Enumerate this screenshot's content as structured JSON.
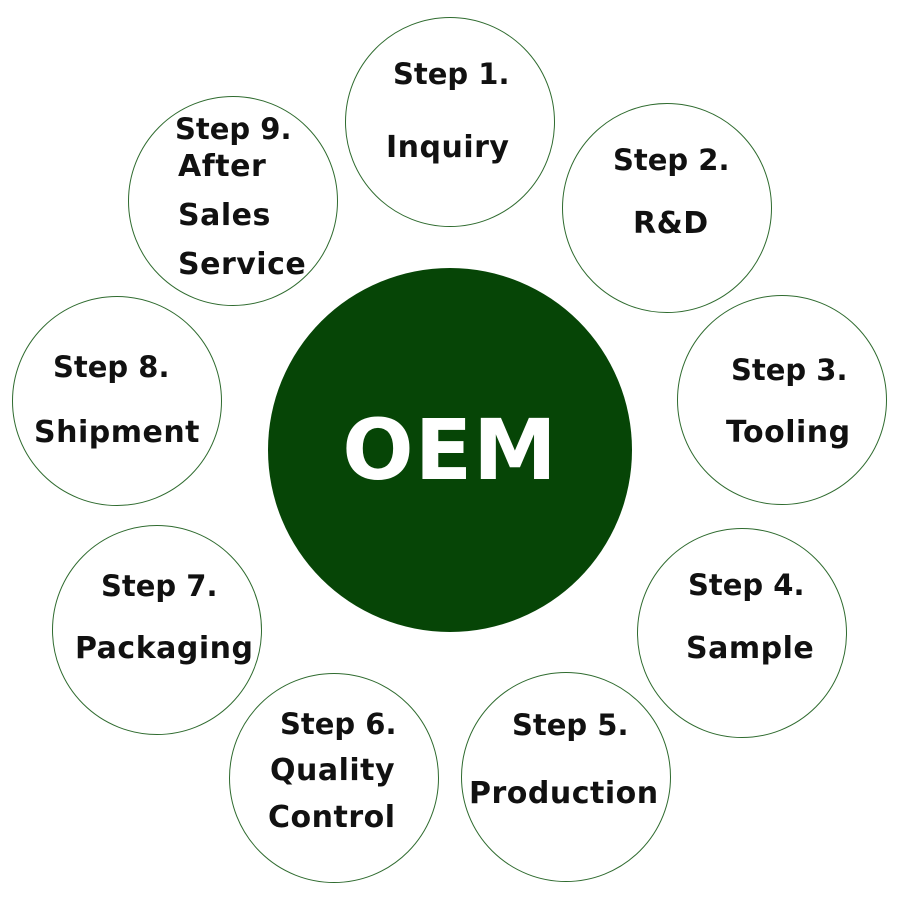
{
  "center": {
    "label": "OEM"
  },
  "steps": [
    {
      "title": "Step 1.",
      "lines": [
        "Inquiry"
      ]
    },
    {
      "title": "Step 2.",
      "lines": [
        "R&D"
      ]
    },
    {
      "title": "Step 3.",
      "lines": [
        "Tooling"
      ]
    },
    {
      "title": "Step 4.",
      "lines": [
        "Sample"
      ]
    },
    {
      "title": "Step 5.",
      "lines": [
        "Production"
      ]
    },
    {
      "title": "Step 6.",
      "lines": [
        "Quality",
        "Control"
      ]
    },
    {
      "title": "Step 7.",
      "lines": [
        "Packaging"
      ]
    },
    {
      "title": "Step 8.",
      "lines": [
        "Shipment"
      ]
    },
    {
      "title": "Step 9.",
      "lines": [
        "After",
        "Sales",
        "Service"
      ]
    }
  ],
  "colors": {
    "center_fill": "#064506",
    "circle_border": "#2f6b2f",
    "text": "#111111"
  }
}
